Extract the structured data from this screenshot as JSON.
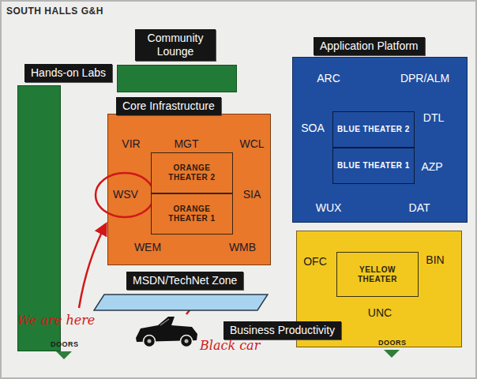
{
  "diagram": {
    "title": "SOUTH HALLS G&H",
    "nodes": [
      {
        "text": [
          "Hands-on Labs"
        ]
      },
      {
        "text": [
          "Community Lounge"
        ]
      },
      {
        "text": [
          "Core Infrastructure",
          "VIR",
          "MGT",
          "WCL",
          "WSV",
          "SIA",
          "WEM",
          "WMB"
        ]
      },
      {
        "text": [
          "ORANGE THEATER 2"
        ],
        "in": 2
      },
      {
        "text": [
          "ORANGE THEATER 1"
        ],
        "in": 2
      },
      {
        "text": [
          "Application Platform",
          "ARC",
          "DPR/ALM",
          "SOA",
          "DTL",
          "AZP",
          "WUX",
          "DAT"
        ]
      },
      {
        "text": [
          "BLUE THEATER 2"
        ],
        "in": 5
      },
      {
        "text": [
          "BLUE THEATER 1"
        ],
        "in": 5
      },
      {
        "text": [
          "MSDN/TechNet Zone"
        ]
      },
      {
        "text": [
          "Business Productivity",
          "OFC",
          "BIN",
          "UNC"
        ]
      },
      {
        "text": [
          "YELLOW THEATER"
        ],
        "in": 9
      }
    ],
    "labels": [
      "We are here",
      "Black car",
      "DOORS",
      "DOORS"
    ]
  }
}
